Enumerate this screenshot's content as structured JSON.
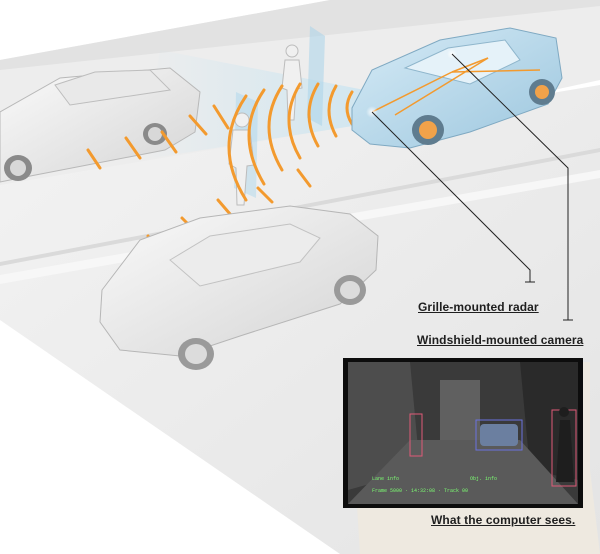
{
  "labels": {
    "radar": "Grille-mounted radar",
    "camera": "Windshield-mounted camera",
    "computer_view": "What the computer sees."
  },
  "colors": {
    "radar_waves": "#f39a2e",
    "sensor_beam": "#bfe2f2",
    "hud_text": "#7cfc72",
    "detection_box_vehicle": "#6a72e0",
    "detection_box_pedestrian": "#e05a78"
  },
  "hud": {
    "line_left": "Lane info",
    "line_right": "Obj. info",
    "line_bottom": "Frame 5000 · 14:32:08 · Track 00"
  }
}
